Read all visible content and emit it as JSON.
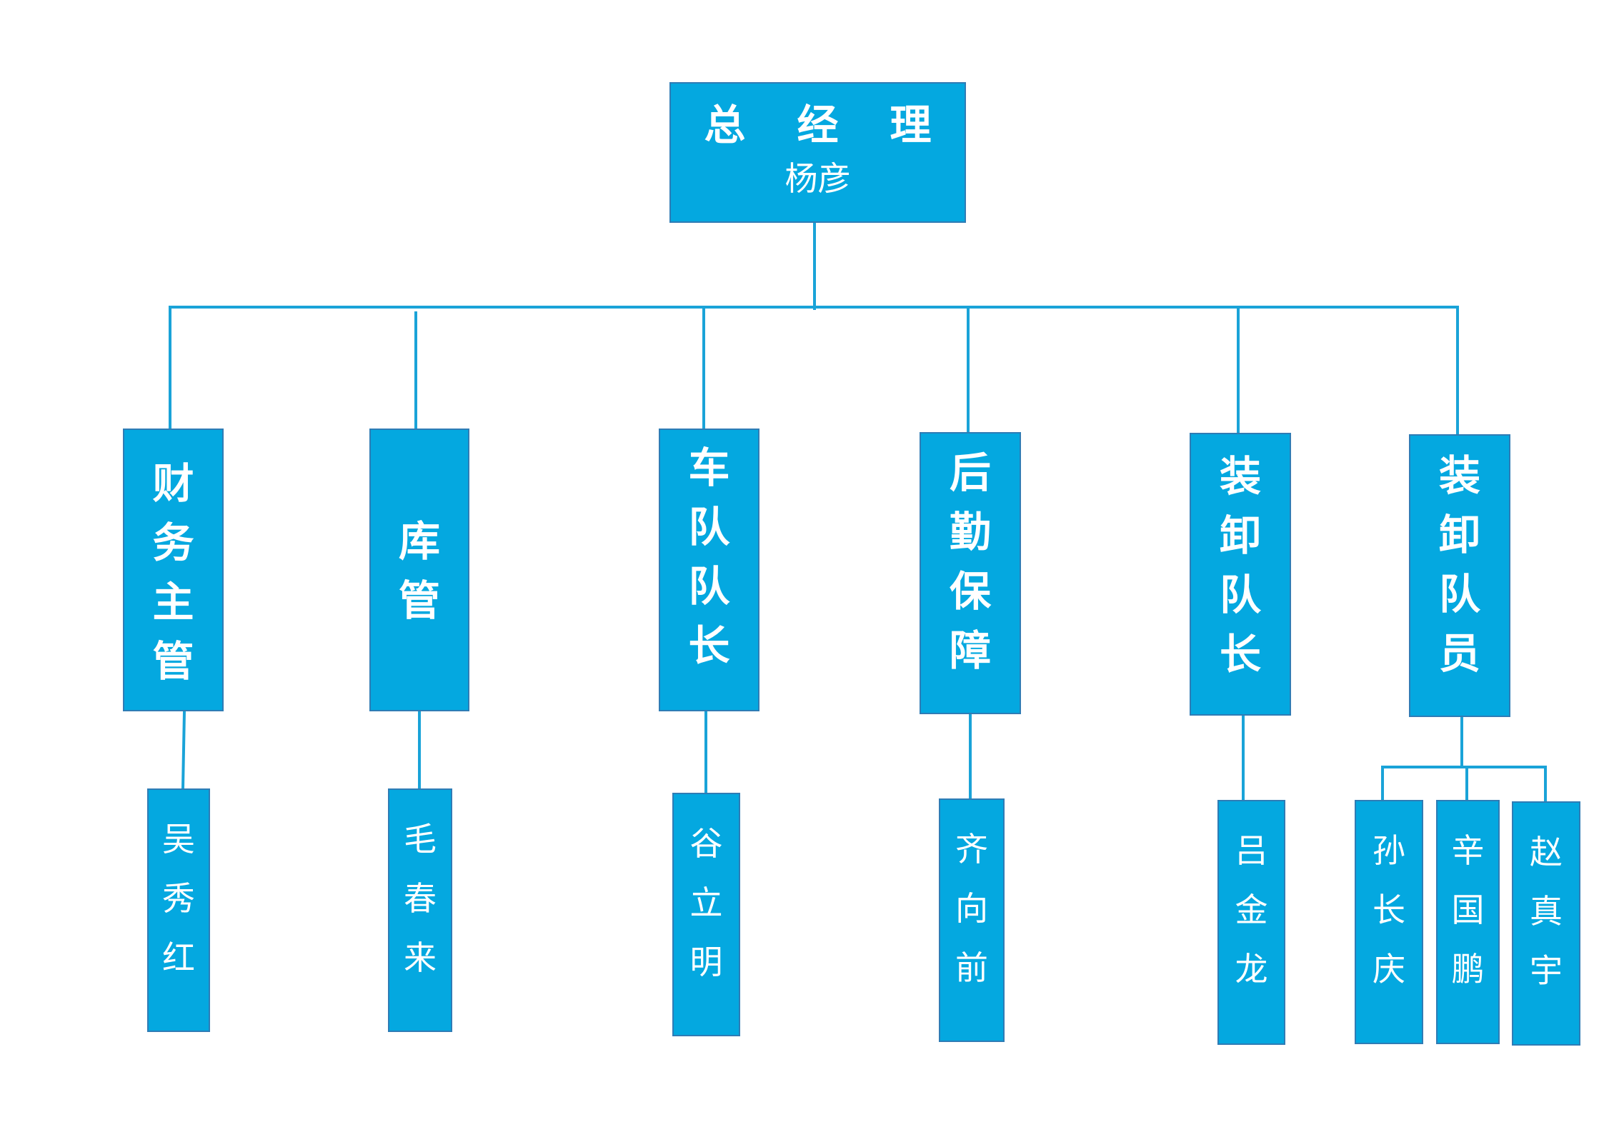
{
  "colors": {
    "box_fill": "#04a8e0",
    "box_border": "#2f7cb5",
    "connector": "#1aa3d8",
    "text": "#ffffff"
  },
  "root": {
    "title": [
      "总",
      "经",
      "理"
    ],
    "name": "杨彦"
  },
  "departments": [
    {
      "title": [
        "财",
        "务",
        "主",
        "管"
      ],
      "members": [
        [
          "吴",
          "秀",
          "红"
        ]
      ]
    },
    {
      "title": [
        "库",
        "管"
      ],
      "members": [
        [
          "毛",
          "春",
          "来"
        ]
      ]
    },
    {
      "title": [
        "车",
        "队",
        "队",
        "长"
      ],
      "members": [
        [
          "谷",
          "立",
          "明"
        ]
      ]
    },
    {
      "title": [
        "后",
        "勤",
        "保",
        "障"
      ],
      "members": [
        [
          "齐",
          "向",
          "前"
        ]
      ]
    },
    {
      "title": [
        "装",
        "卸",
        "队",
        "长"
      ],
      "members": [
        [
          "吕",
          "金",
          "龙"
        ]
      ]
    },
    {
      "title": [
        "装",
        "卸",
        "队",
        "员"
      ],
      "members": [
        [
          "孙",
          "长",
          "庆"
        ],
        [
          "辛",
          "国",
          "鹏"
        ],
        [
          "赵",
          "真",
          "宇"
        ]
      ]
    }
  ]
}
